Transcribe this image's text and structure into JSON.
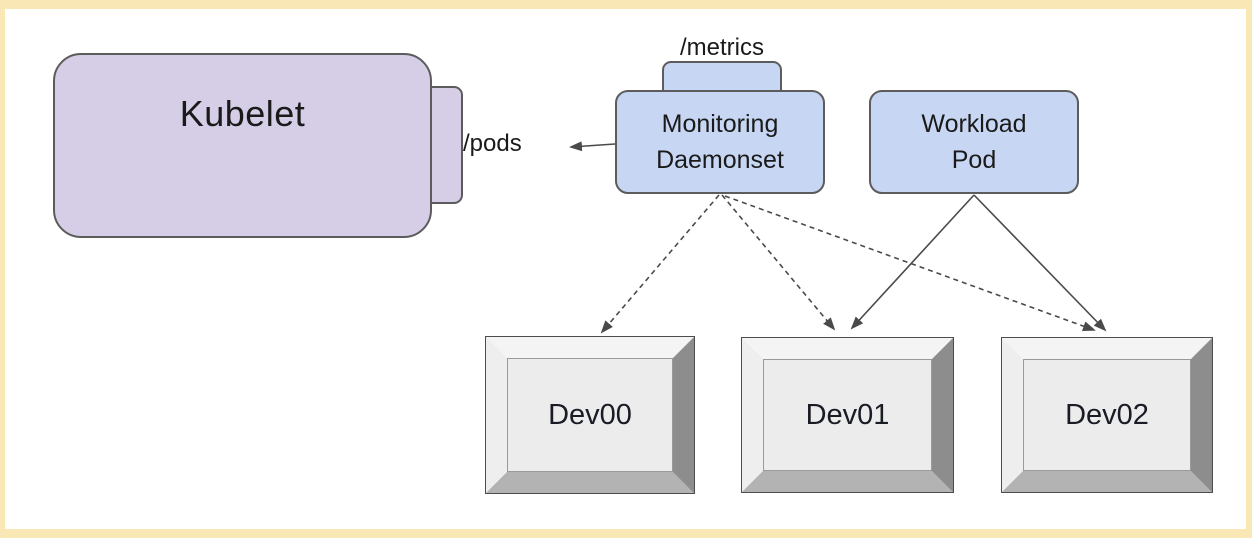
{
  "diagram": {
    "background_color": "#f9e7b6",
    "canvas_color": "#ffffff",
    "colors": {
      "kubelet_fill": "#d5cee6",
      "pod_fill": "#c7d7f3",
      "device_face": "#ececec",
      "device_bevel_dark": "#8d8d8d",
      "edge_color": "#4a4a4a"
    },
    "nodes": {
      "kubelet": {
        "label": "Kubelet"
      },
      "monitoring_daemonset": {
        "line1": "Monitoring",
        "line2": "Daemonset"
      },
      "workload_pod": {
        "line1": "Workload",
        "line2": "Pod"
      },
      "devices": [
        {
          "label": "Dev00"
        },
        {
          "label": "Dev01"
        },
        {
          "label": "Dev02"
        }
      ]
    },
    "endpoint_labels": {
      "metrics": "/metrics",
      "pods": "/pods"
    },
    "edges": [
      {
        "from": "monitoring_daemonset",
        "to": "kubelet",
        "style": "solid",
        "label": "/pods"
      },
      {
        "from": "monitoring_daemonset",
        "to": "dev00",
        "style": "dashed"
      },
      {
        "from": "monitoring_daemonset",
        "to": "dev01",
        "style": "dashed"
      },
      {
        "from": "monitoring_daemonset",
        "to": "dev02",
        "style": "dashed"
      },
      {
        "from": "workload_pod",
        "to": "dev01",
        "style": "solid"
      },
      {
        "from": "workload_pod",
        "to": "dev02",
        "style": "solid"
      }
    ]
  }
}
